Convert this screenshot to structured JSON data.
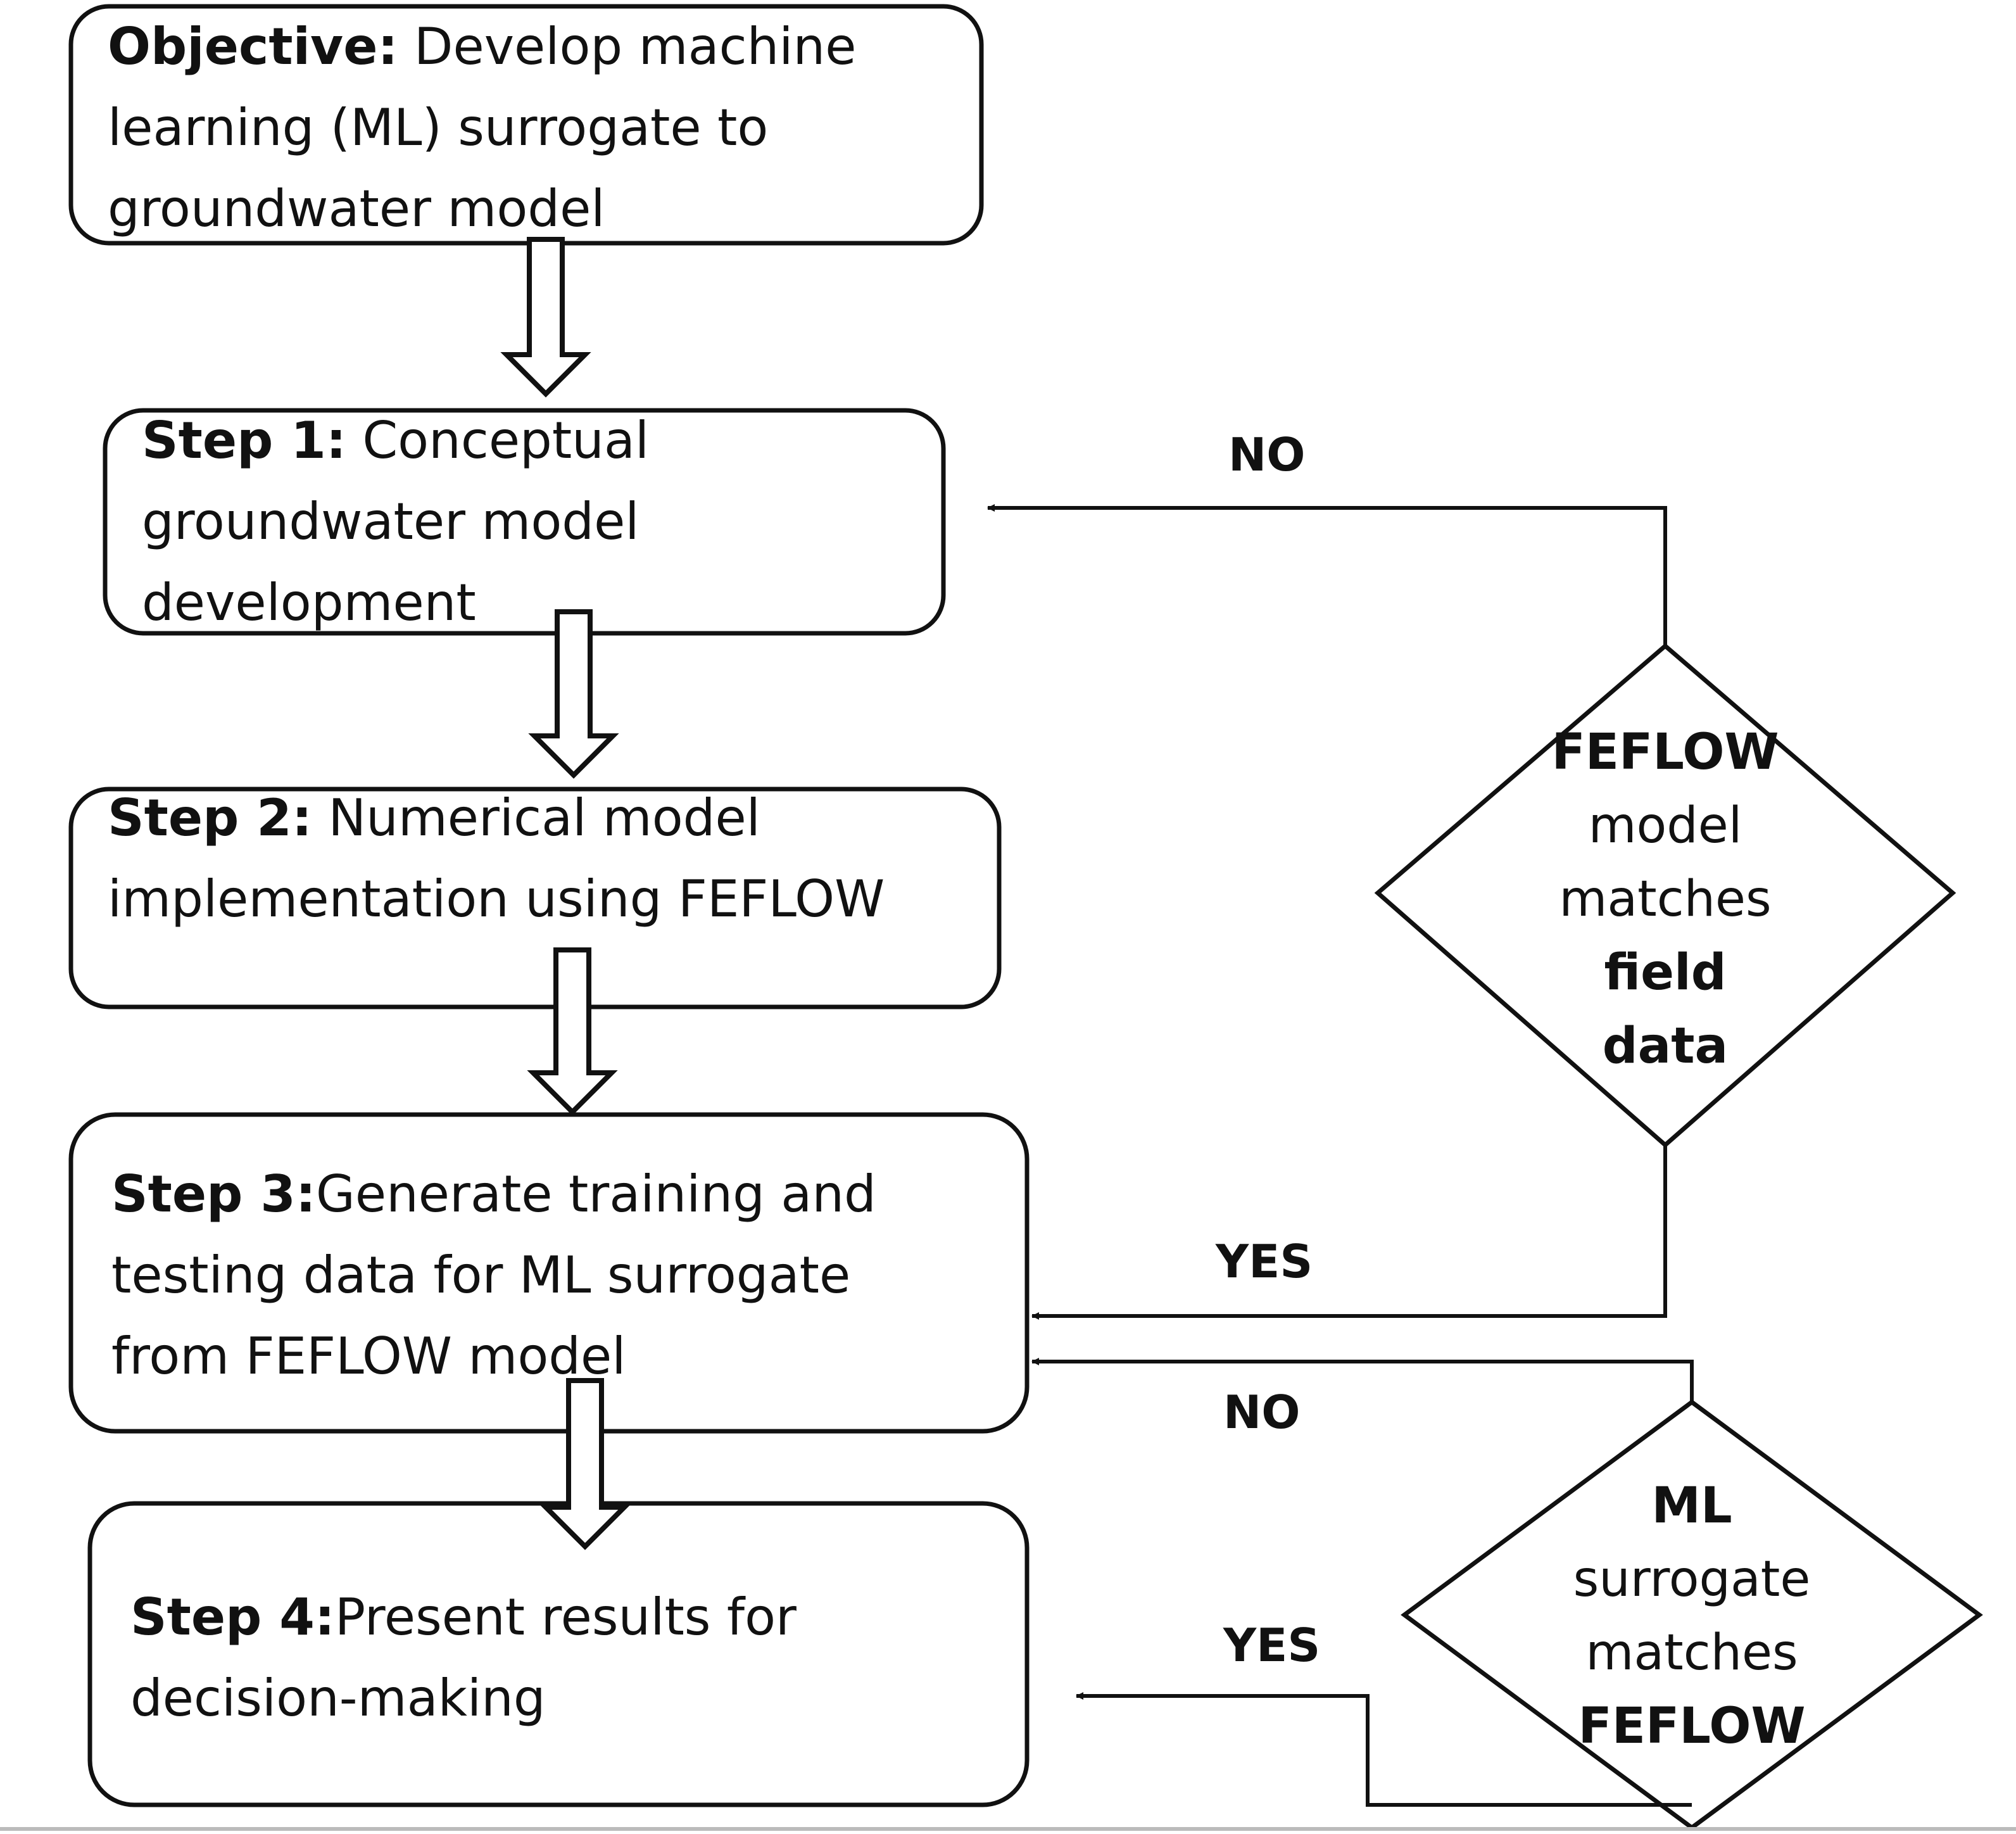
{
  "boxes": {
    "objective": {
      "lead": "Objective:",
      "line1": " Develop machine",
      "line2": "learning (ML) surrogate to",
      "line3": "groundwater  model"
    },
    "step1": {
      "lead": "Step 1:",
      "line1": " Conceptual",
      "line2": "groundwater model",
      "line3": "development"
    },
    "step2": {
      "lead": "Step 2:",
      "line1": " Numerical model",
      "line2": "implementation using FEFLOW"
    },
    "step3": {
      "lead": "Step 3:",
      "line1": "Generate training and",
      "line2": "testing data for ML surrogate",
      "line3": "from FEFLOW model"
    },
    "step4": {
      "lead": "Step 4:",
      "line1": "Present results for",
      "line2": "decision-making"
    }
  },
  "decisions": {
    "feflow_check": {
      "line1": "FEFLOW",
      "line2": "model",
      "line3": "matches",
      "line4": "field",
      "line5": "data"
    },
    "ml_check": {
      "line1": "ML",
      "line2": "surrogate",
      "line3": "matches",
      "line4": "FEFLOW"
    }
  },
  "branch_labels": {
    "feflow_no": "NO",
    "feflow_yes": "YES",
    "ml_no": "NO",
    "ml_yes": "YES"
  }
}
